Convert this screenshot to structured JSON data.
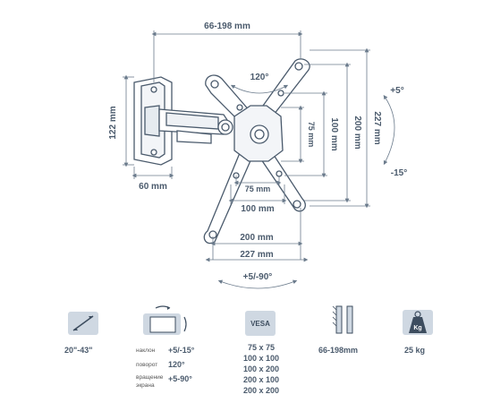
{
  "dimensions": {
    "arm_extension": "66-198 mm",
    "wall_plate_height": "122 mm",
    "wall_plate_width": "60 mm",
    "rotation": "120°",
    "vesa_75_h": "75 mm",
    "vesa_75_v": "75 mm",
    "vesa_100_h": "100 mm",
    "vesa_100_v": "100 mm",
    "vesa_200_h": "200 mm",
    "vesa_200_v": "200 mm",
    "vesa_227_h": "227 mm",
    "vesa_227_v": "227 mm",
    "tilt_up": "+5°",
    "tilt_down": "-15°",
    "swivel": "+5/-90°"
  },
  "specs": {
    "screen_size": "20\"-43\"",
    "tilt_label": "наклон",
    "tilt_value": "+5/-15°",
    "rotation_label": "поворот",
    "rotation_value": "120°",
    "swivel_label_line1": "вращение",
    "swivel_label_line2": "экрана",
    "swivel_value": "+5-90°",
    "vesa_badge": "VESA",
    "vesa_patterns": [
      "75 x 75",
      "100 x 100",
      "100 x 200",
      "200 x 100",
      "200 x 200"
    ],
    "extension": "66-198mm",
    "max_load": "25 kg",
    "weight_badge": "Kg"
  },
  "colors": {
    "line": "#4a5a6c",
    "dim_line": "#6b7b8c",
    "icon_fill": "#cfd8e2",
    "icon_dark": "#3d4d5f"
  }
}
